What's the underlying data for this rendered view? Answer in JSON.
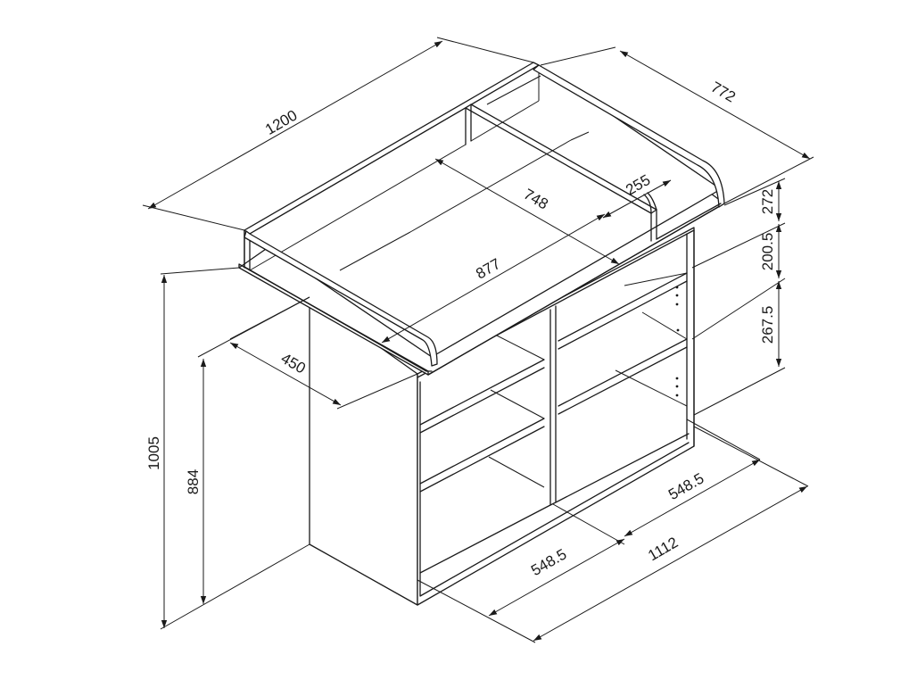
{
  "dimensions": {
    "width_top": "1200",
    "depth_top": "772",
    "inner_length": "748",
    "compartment_width": "255",
    "changing_area": "877",
    "carcass_depth": "450",
    "total_height": "1005",
    "body_height": "884",
    "rail_height": "272",
    "shelf_gap_upper": "200.5",
    "shelf_gap_lower": "267.5",
    "bay_left": "548.5",
    "bay_right": "548.5",
    "body_width": "1112"
  }
}
